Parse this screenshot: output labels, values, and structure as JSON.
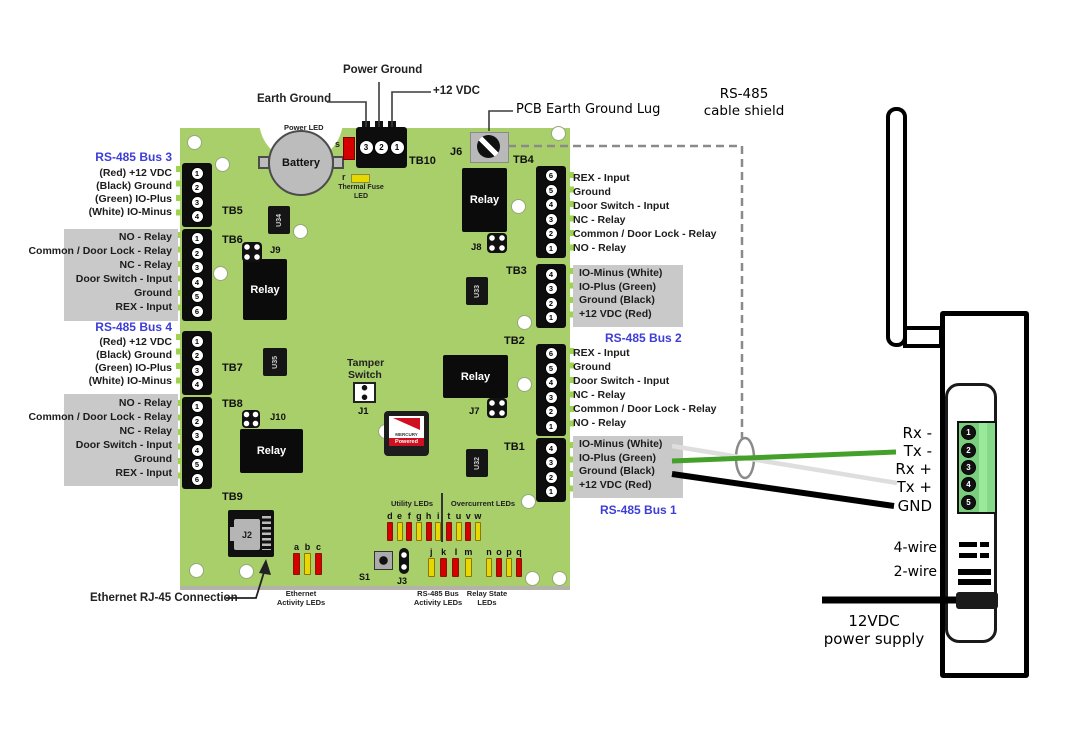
{
  "colors": {
    "led_red": "#d60000",
    "led_yellow": "#e6d800",
    "pcb": "#a9cf6b",
    "gray_box": "#c9c9c9",
    "bus_blue": "#3d3dd8",
    "wire_green": "#44a02b",
    "wire_white": "#dedede",
    "wire_black": "#000000",
    "shield_gray": "#8a8a8a",
    "connector_green": "#8adf8a"
  },
  "callouts": {
    "power_ground": "Power Ground",
    "earth_ground": "Earth Ground",
    "plus_12vdc": "+12 VDC",
    "pcb_lug": "PCB Earth Ground Lug",
    "shield1": "RS-485",
    "shield2": "cable shield",
    "ethernet": "Ethernet RJ-45 Connection"
  },
  "board": {
    "power_led": "Power LED",
    "battery": "Battery",
    "s_led": "s",
    "r_led": "r",
    "thermal1": "Thermal Fuse",
    "thermal2": "LED",
    "relay_label": "Relay",
    "tb10": {
      "label": "TB10",
      "pins": [
        "3",
        "2",
        "1"
      ]
    },
    "j6": "J6",
    "j9": "J9",
    "j10": "J10",
    "j8": "J8",
    "j7": "J7",
    "j1": "J1",
    "j2": "J2",
    "j3": "J3",
    "s1": "S1",
    "tamper1": "Tamper",
    "tamper2": "Switch",
    "chips": {
      "u34": "U34",
      "u35": "U35",
      "u33": "U33",
      "u32": "U32"
    },
    "tb5": {
      "label": "TB5",
      "pins": [
        "1",
        "2",
        "3",
        "4"
      ]
    },
    "tb6": {
      "label": "TB6",
      "pins": [
        "1",
        "2",
        "3",
        "4",
        "5",
        "6"
      ]
    },
    "tb7": {
      "label": "TB7",
      "pins": [
        "1",
        "2",
        "3",
        "4"
      ]
    },
    "tb8": {
      "label": "TB8",
      "pins": [
        "1",
        "2",
        "3",
        "4",
        "5",
        "6"
      ]
    },
    "tb9": {
      "label": "TB9"
    },
    "tb4": {
      "label": "TB4",
      "pins": [
        "6",
        "5",
        "4",
        "3",
        "2",
        "1"
      ]
    },
    "tb3": {
      "label": "TB3",
      "pins": [
        "4",
        "3",
        "2",
        "1"
      ]
    },
    "tb2": {
      "label": "TB2",
      "pins": [
        "6",
        "5",
        "4",
        "3",
        "2",
        "1"
      ]
    },
    "tb1": {
      "label": "TB1",
      "pins": [
        "4",
        "3",
        "2",
        "1"
      ]
    },
    "mercury": {
      "brand": "MERCURY",
      "powered": "Powered"
    },
    "led_captions": {
      "utility": "Utility LEDs",
      "overcurrent": "Overcurrent LEDs",
      "eth1": "Ethernet",
      "eth2": "Activity LEDs",
      "rs4851": "RS-485 Bus",
      "rs4852": "Activity LEDs",
      "relay1": "Relay State",
      "relay2": "LEDs"
    },
    "led_groups": {
      "eth": {
        "letters": [
          "a",
          "b",
          "c"
        ],
        "colors": [
          "red",
          "yellow",
          "red"
        ]
      },
      "utility": {
        "letters": [
          "d",
          "e",
          "f",
          "g",
          "h",
          "i"
        ],
        "colors": [
          "red",
          "yellow",
          "red",
          "yellow",
          "red",
          "yellow"
        ]
      },
      "overcurrent": {
        "letters": [
          "t",
          "u",
          "v",
          "w"
        ],
        "colors": [
          "red",
          "yellow",
          "red",
          "yellow"
        ]
      },
      "rs485": {
        "letters": [
          "j",
          "k",
          "l",
          "m"
        ],
        "colors": [
          "yellow",
          "red",
          "red",
          "yellow"
        ]
      },
      "relay_state": {
        "letters": [
          "n",
          "o",
          "p",
          "q"
        ],
        "colors": [
          "yellow",
          "red",
          "yellow",
          "red"
        ]
      }
    }
  },
  "left": {
    "bus3": {
      "title": "RS-485 Bus 3",
      "lines": [
        "(Red) +12 VDC",
        "(Black) Ground",
        "(Green) IO-Plus",
        "(White) IO-Minus"
      ]
    },
    "box1": {
      "lines": [
        "NO - Relay",
        "Common / Door Lock - Relay",
        "NC - Relay",
        "Door Switch - Input",
        "Ground",
        "REX - Input"
      ]
    },
    "bus4": {
      "title": "RS-485 Bus 4",
      "lines": [
        "(Red) +12 VDC",
        "(Black) Ground",
        "(Green) IO-Plus",
        "(White) IO-Minus"
      ]
    },
    "box2": {
      "lines": [
        "NO - Relay",
        "Common / Door Lock - Relay",
        "NC - Relay",
        "Door Switch - Input",
        "Ground",
        "REX - Input"
      ]
    }
  },
  "right": {
    "tb4_lines": [
      "REX - Input",
      "Ground",
      "Door Switch - Input",
      "NC - Relay",
      "Common / Door Lock - Relay",
      "NO - Relay"
    ],
    "tb3_box": [
      "IO-Minus (White)",
      "IO-Plus (Green)",
      "Ground (Black)",
      "+12 VDC (Red)"
    ],
    "bus2": "RS-485 Bus 2",
    "tb2_lines": [
      "REX - Input",
      "Ground",
      "Door Switch - Input",
      "NC - Relay",
      "Common / Door Lock - Relay",
      "NO - Relay"
    ],
    "tb1_box": [
      "IO-Minus (White)",
      "IO-Plus (Green)",
      "Ground (Black)",
      "+12 VDC (Red)"
    ],
    "bus1": "RS-485 Bus 1"
  },
  "device": {
    "pins": [
      "1",
      "2",
      "3",
      "4",
      "5"
    ],
    "pin_labels": [
      "Rx -",
      "Tx -",
      "Rx +",
      "Tx +",
      "GND"
    ],
    "four_wire": "4-wire",
    "two_wire": "2-wire",
    "psu1": "12VDC",
    "psu2": "power supply"
  }
}
